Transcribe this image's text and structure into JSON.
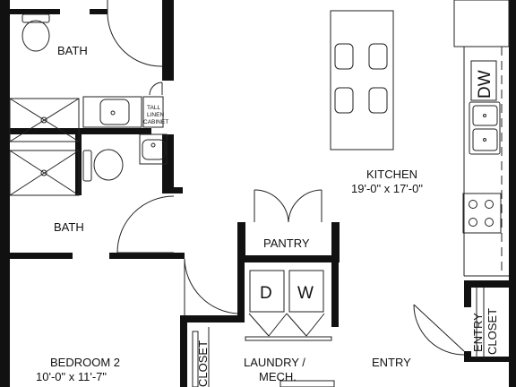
{
  "rooms": {
    "bath1": "BATH",
    "bath2": "BATH",
    "tall_linen_1": "TALL",
    "tall_linen_2": "LINEN",
    "tall_linen_3": "CABINET",
    "kitchen": "KITCHEN",
    "kitchen_dims": "19'-0\" x 17'-0\"",
    "pantry": "PANTRY",
    "bedroom2": "BEDROOM 2",
    "bedroom2_dims": "10'-0\" x 11'-7\"",
    "closet_left": "CLOSET",
    "laundry_1": "LAUNDRY /",
    "laundry_2": "MECH.",
    "entry": "ENTRY",
    "entry_closet_1": "ENTRY",
    "entry_closet_2": "CLOSET"
  },
  "appliances": {
    "dishwasher": "DW",
    "dryer": "D",
    "washer": "W"
  },
  "colors": {
    "wall": "#111111",
    "line": "#222222",
    "background": "#ffffff"
  }
}
